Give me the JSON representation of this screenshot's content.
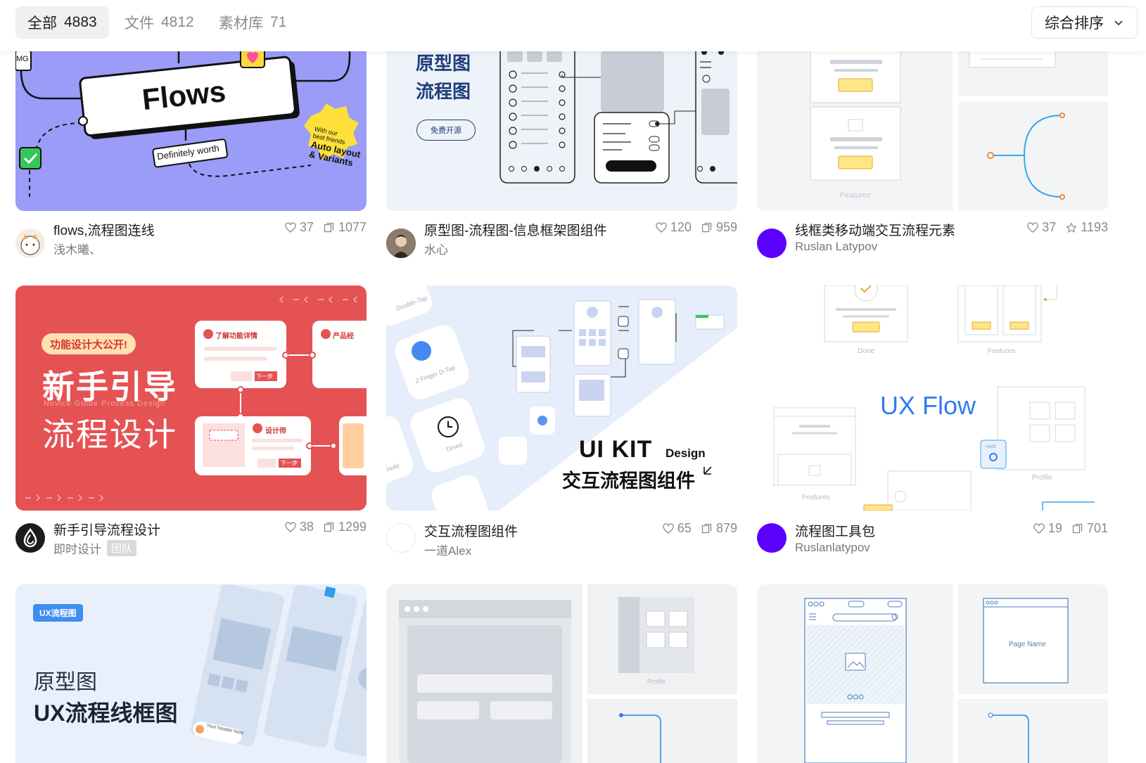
{
  "tabs": [
    {
      "label": "全部",
      "count": "4883",
      "active": true
    },
    {
      "label": "文件",
      "count": "4812",
      "active": false
    },
    {
      "label": "素材库",
      "count": "71",
      "active": false
    }
  ],
  "sort": {
    "label": "综合排序",
    "icon": "chevron-down-icon"
  },
  "cards": [
    {
      "title": "flows,流程图连线",
      "author": "浅木曦、",
      "likes": "37",
      "second_stat": "1077",
      "second_icon": "copy-icon",
      "thumb": {
        "text_main": "Flows",
        "text_label": "Definitely worth",
        "text_badge_1": "With our",
        "text_badge_2": "best friends",
        "text_badge_3": "Auto layout",
        "text_badge_4": "& Variants",
        "text_corner": "MG"
      }
    },
    {
      "title": "原型图-流程图-信息框架图组件",
      "author": "水心",
      "likes": "120",
      "second_stat": "959",
      "second_icon": "copy-icon",
      "thumb": {
        "line1": "原型图",
        "line2": "流程图",
        "pill": "免费开源"
      }
    },
    {
      "title": "线框类移动端交互流程元素",
      "author": "Ruslan Latypov",
      "likes": "37",
      "second_stat": "1193",
      "second_icon": "star-icon",
      "thumb": {
        "caption": "Features"
      }
    },
    {
      "title": "新手引导流程设计",
      "author": "即时设计",
      "badge": "团队",
      "likes": "38",
      "second_stat": "1299",
      "second_icon": "copy-icon",
      "thumb": {
        "tag": "功能设计大公开!",
        "big1": "新手引导",
        "sub": "Novice Guide Process Design",
        "big2": "流程设计",
        "step1": "了解功能详情",
        "step2": "产品经",
        "step3": "设计师",
        "btn": "下一步"
      }
    },
    {
      "title": "交互流程图组件",
      "author": "一道Alex",
      "likes": "65",
      "second_stat": "879",
      "second_icon": "copy-icon",
      "thumb": {
        "kit": "UI KIT",
        "design": "Design",
        "cn": "交互流程图组件",
        "label_a": "Double-Tap",
        "label_b": "2 Finger D-Tap",
        "label_c": "Timed",
        "label_d": "Hold"
      }
    },
    {
      "title": "流程图工具包",
      "author": "Ruslanlatypov",
      "likes": "19",
      "second_stat": "701",
      "second_icon": "copy-icon",
      "thumb": {
        "headline": "UX Flow",
        "cap_done": "Done",
        "cap_features": "Features",
        "cap_features2": "Features",
        "cap_profile": "Profile",
        "cap_hold": "Hold"
      }
    },
    {
      "thumb": {
        "tag": "UX流程图",
        "line1": "原型图",
        "line2": "UX流程线框图",
        "note": "Your header here"
      }
    },
    {
      "thumb": {
        "caption": "Profile"
      }
    },
    {
      "thumb": {
        "caption": "Page Name"
      }
    }
  ],
  "colors": {
    "accent_purple": "#5b00ff",
    "red_card": "#e55253",
    "flows_bg": "#9a9cf7",
    "ux_blue": "#2f7cf0"
  }
}
